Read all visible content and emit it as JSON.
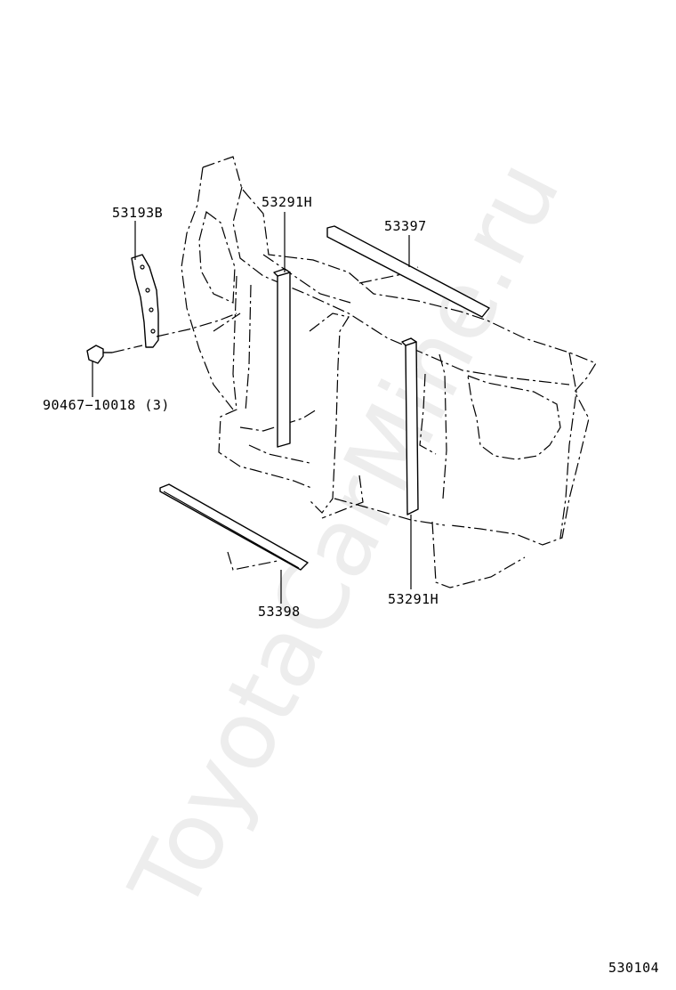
{
  "watermark": "ToyotaCarMine.ru",
  "diagram_code": "530104",
  "callouts": [
    {
      "id": "53193b",
      "text": "53193B"
    },
    {
      "id": "53291h-upper",
      "text": "53291H"
    },
    {
      "id": "53397",
      "text": "53397"
    },
    {
      "id": "90467",
      "text": "90467−10018 (3)"
    },
    {
      "id": "53398",
      "text": "53398"
    },
    {
      "id": "53291h-lower",
      "text": "53291H"
    }
  ],
  "colors": {
    "line": "#000000",
    "watermark": "#ededed",
    "background": "#ffffff"
  }
}
